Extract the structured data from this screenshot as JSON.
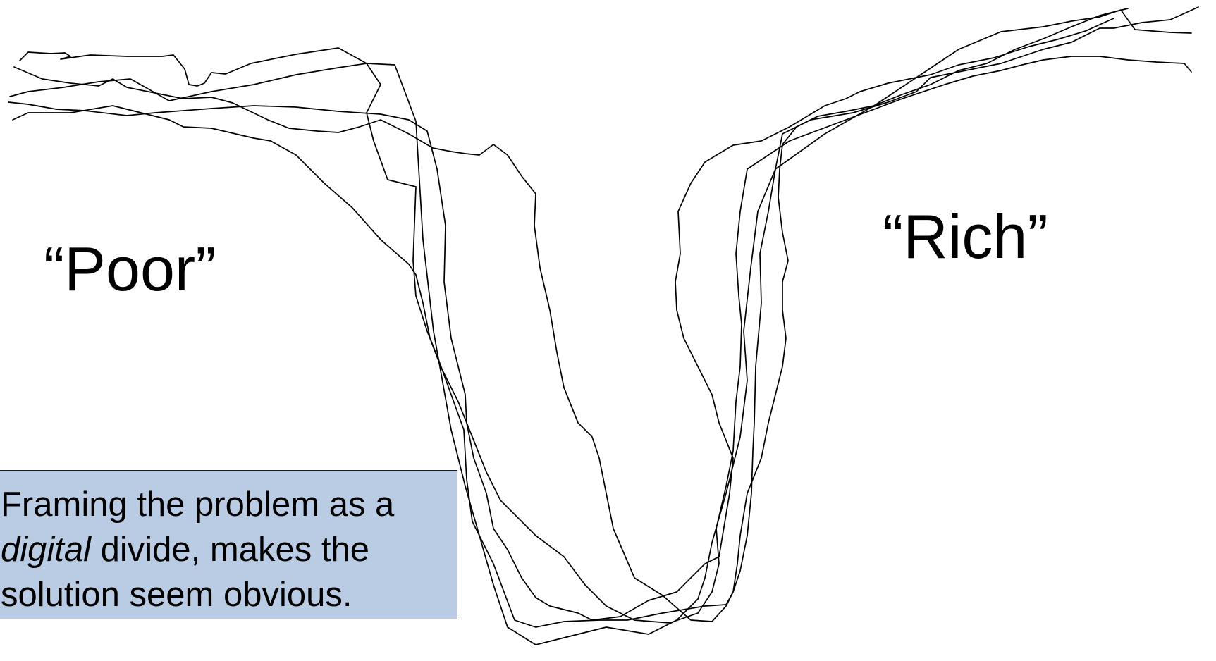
{
  "labels": {
    "poor": "“Poor”",
    "rich": "“Rich”"
  },
  "callout": {
    "line1": "Framing the problem as a",
    "line2_emphasis": "digital",
    "line2_rest": " divide, makes the",
    "line3": "solution seem obvious."
  },
  "colors": {
    "background": "#ffffff",
    "text": "#000000",
    "stroke": "#000000",
    "callout_fill": "#b9cce4",
    "callout_border": "#1f1f1f"
  }
}
